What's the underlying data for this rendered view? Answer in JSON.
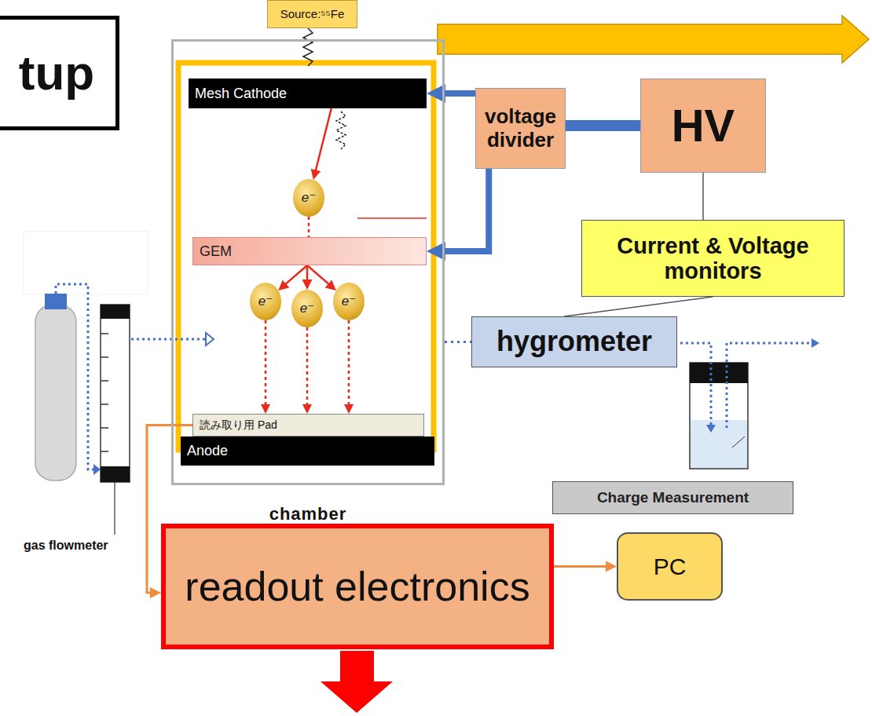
{
  "diagram": {
    "title": "tup",
    "nodes": [
      {
        "text": [
          "Source:⁵⁵Fe"
        ]
      },
      {
        "text": [
          "chamber"
        ]
      },
      {
        "text": [
          "Mesh Cathode"
        ],
        "in": 1
      },
      {
        "text": [
          "e⁻"
        ],
        "in": 1
      },
      {
        "text": [
          "GEM"
        ],
        "in": 1
      },
      {
        "text": [
          "e⁻"
        ],
        "in": 1
      },
      {
        "text": [
          "e⁻"
        ],
        "in": 1
      },
      {
        "text": [
          "e⁻"
        ],
        "in": 1
      },
      {
        "text": [
          "読み取り用 Pad"
        ],
        "in": 1
      },
      {
        "text": [
          "Anode"
        ],
        "in": 1
      },
      {
        "text": [
          "voltage divider"
        ]
      },
      {
        "text": [
          "HV"
        ]
      },
      {
        "text": [
          "Current & Voltage monitors"
        ]
      },
      {
        "text": [
          "hygrometer"
        ]
      },
      {
        "text": [
          "Charge Measurement"
        ]
      },
      {
        "text": [
          "readout electronics"
        ]
      },
      {
        "text": [
          "PC"
        ]
      }
    ],
    "edges": [
      {
        "from": 11,
        "to": 10,
        "arrow": "none"
      },
      {
        "from": 10,
        "to": 2,
        "arrow": "to"
      },
      {
        "from": 10,
        "to": 4,
        "arrow": "to"
      },
      {
        "from": 11,
        "to": 12,
        "arrow": "none"
      },
      {
        "from": 12,
        "to": 13,
        "arrow": "none"
      },
      {
        "from": 2,
        "to": 3,
        "arrow": "to"
      },
      {
        "from": 3,
        "to": 4,
        "arrow": "none"
      },
      {
        "from": 4,
        "to": 5,
        "arrow": "to"
      },
      {
        "from": 4,
        "to": 6,
        "arrow": "to"
      },
      {
        "from": 4,
        "to": 7,
        "arrow": "to"
      },
      {
        "from": 5,
        "to": 8,
        "arrow": "to"
      },
      {
        "from": 6,
        "to": 8,
        "arrow": "to"
      },
      {
        "from": 7,
        "to": 8,
        "arrow": "to"
      },
      {
        "from": 8,
        "to": 15,
        "arrow": "to"
      },
      {
        "from": 15,
        "to": 16,
        "arrow": "to"
      },
      {
        "from": 1,
        "to": 13,
        "arrow": "none"
      }
    ],
    "labels": [
      "gas flowmeter"
    ]
  }
}
